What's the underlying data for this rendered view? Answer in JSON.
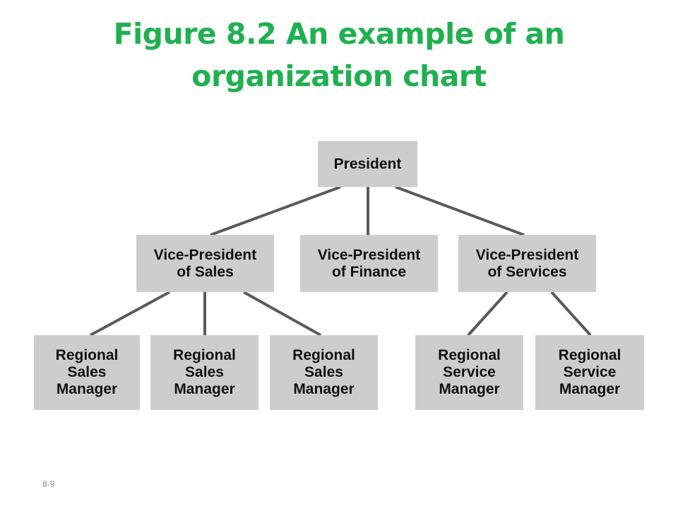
{
  "title": {
    "line1": "Figure 8.2  An example of an",
    "line2": "organization chart"
  },
  "nodes": {
    "president": "President",
    "vp_sales": [
      "Vice-President",
      "of Sales"
    ],
    "vp_finance": [
      "Vice-President",
      "of Finance"
    ],
    "vp_services": [
      "Vice-President",
      "of Services"
    ],
    "rsm1": [
      "Regional",
      "Sales",
      "Manager"
    ],
    "rsm2": [
      "Regional",
      "Sales",
      "Manager"
    ],
    "rsm3": [
      "Regional",
      "Sales",
      "Manager"
    ],
    "rsvm1": [
      "Regional",
      "Service",
      "Manager"
    ],
    "rsvm2": [
      "Regional",
      "Service",
      "Manager"
    ]
  },
  "edges": [
    [
      "president",
      "vp_sales"
    ],
    [
      "president",
      "vp_finance"
    ],
    [
      "president",
      "vp_services"
    ],
    [
      "vp_sales",
      "rsm1"
    ],
    [
      "vp_sales",
      "rsm2"
    ],
    [
      "vp_sales",
      "rsm3"
    ],
    [
      "vp_services",
      "rsvm1"
    ],
    [
      "vp_services",
      "rsvm2"
    ]
  ],
  "colors": {
    "title": "#1fb050",
    "box_fill": "#cdcdcd",
    "connector": "#5a5a5a"
  },
  "page_number": "8-9"
}
